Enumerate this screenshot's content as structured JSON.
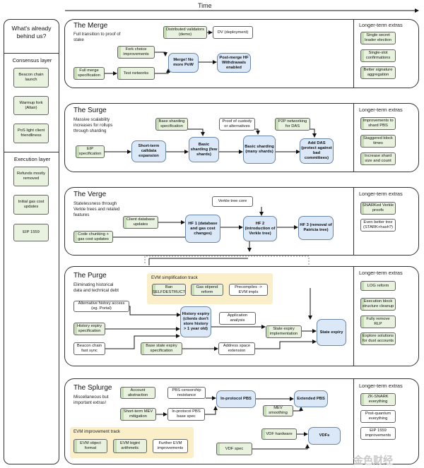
{
  "time_label": "Time",
  "sidebar": {
    "title": "What's already behind us?",
    "consensus": {
      "label": "Consensus layer",
      "items": [
        "Beacon chain launch",
        "Warmup fork (Altair)",
        "PoS light client friendliness"
      ]
    },
    "execution": {
      "label": "Execution layer",
      "items": [
        "Refunds mostly removed",
        "Initial gas cost updates",
        "EIP 1559"
      ]
    }
  },
  "extras_label": "Longer-term extras",
  "merge": {
    "title": "The Merge",
    "subtitle": "Full transition to proof of stake",
    "nodes": {
      "full_merge_spec": "Full merge specification",
      "test_networks": "Test networks",
      "fork_choice": "Fork choice improvements",
      "distributed_validators": "Distributed validators (demo)",
      "dv_deployment": "DV (deployment)",
      "merge": "Merge! No more PoW",
      "post_merge_hf": "Post-merge HF Withdrawals enabled"
    },
    "extras": [
      "Single secret leader election",
      "Single-slot confirmations",
      "Better signature aggregation"
    ]
  },
  "surge": {
    "title": "The Surge",
    "subtitle": "Massive scalability increases for rollups through sharding",
    "nodes": {
      "eip": "EIP specification",
      "short_term": "Short-term calldata expansion",
      "base_sharding_spec": "Base sharding specification",
      "basic_few": "Basic sharding (few shards)",
      "proof_custody": "Proof of custody or alternatives",
      "basic_many": "Basic sharding (many shards)",
      "p2p": "P2P networking for DAS",
      "add_das": "Add DAS (protect against bad committees)"
    },
    "extras": [
      "Improvements to shard PBS",
      "Staggered block times",
      "Increase shard size and count"
    ]
  },
  "verge": {
    "title": "The Verge",
    "subtitle": "Statelessness through Verkle trees and related features",
    "nodes": {
      "verkle_core": "Verkle tree core",
      "client_db": "Client database updates",
      "code_chunking": "Code chunking + gas cost updates",
      "hf1": "HF 1 (database and gas cost changes)",
      "hf2": "HF 2 (introduction of Verkle tree)",
      "hf3": "HF 3 (removal of Patricia tree)"
    },
    "extras": [
      "SNARKed Verkle proofs",
      "Even better tree (STARK+hash?)"
    ]
  },
  "purge": {
    "title": "The Purge",
    "subtitle": "Eliminating historical data and technical debt",
    "evm_track": "EVM simplification track",
    "nodes": {
      "ban_selfdestruct": "Ban SELFDESTRUCT",
      "gas_stipend": "Gas stipend reform",
      "precompiles": "Precompiles -> EVM impls",
      "alt_history": "Alternative history access (eg. Portal)",
      "history_expiry_spec": "History expiry specification",
      "history_expiry": "History expiry (clients don't store history > 1 year old)",
      "app_analysis": "Application analysis",
      "state_expiry_impl": "State expiry implementation",
      "state_expiry": "State expiry",
      "beacon_fast_sync": "Beacon chain fast sync",
      "base_state_expiry_spec": "Base state expiry specification",
      "address_space": "Address space extension"
    },
    "extras": [
      "LOG reform",
      "Execution block structure cleanup",
      "Fully remove RLP",
      "Explore solutions for dust accounts"
    ]
  },
  "splurge": {
    "title": "The Splurge",
    "subtitle": "Miscellaneous but important extras!",
    "evm_track": "EVM improvement track",
    "nodes": {
      "account_abstraction": "Account abstraction",
      "pbs_censorship": "PBS censorship resistance",
      "in_protocol_pbs": "In-protocol PBS",
      "short_term_mev": "Short-term MEV mitigation",
      "pbs_base_spec": "In-protocol PBS base spec",
      "mev_smoothing": "MEV smoothing",
      "extended_pbs": "Extended PBS",
      "evm_object": "EVM object format",
      "evm_bigint": "EVM bigint arithmetic",
      "further_evm": "Further EVM improvements",
      "vdf_hardware": "VDF hardware",
      "vdf_spec": "VDF spec",
      "vdfs": "VDFs"
    },
    "extras": [
      "ZK-SNARK everything",
      "Post-quantum everything",
      "EIP 1559 improvements"
    ]
  },
  "watermark": "金色财经"
}
